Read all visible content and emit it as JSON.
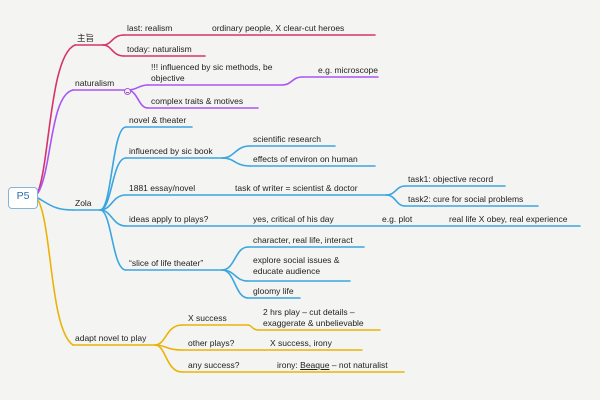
{
  "root": {
    "label": "P5"
  },
  "colors": {
    "red": "#d6336c",
    "purple": "#a855f7",
    "blue": "#3aa5e0",
    "yellow": "#eab308"
  },
  "branches": {
    "main_idea": {
      "label": "主旨",
      "last": "last: realism",
      "last_detail": "ordinary people, X clear-cut heroes",
      "today": "today: naturalism"
    },
    "naturalism": {
      "label": "naturalism",
      "influenced": "!!! influenced by sic methods, be objective",
      "example": "e.g. microscope",
      "complex": "complex traits & motives"
    },
    "zola": {
      "label": "Zola",
      "novel_theater": "novel & theater",
      "sic_book": "influenced by sic book",
      "scientific_research": "scientific research",
      "environ": "effects of environ on human",
      "essay": "1881 essay/novel",
      "task_writer": "task of writer = scientist & doctor",
      "task1": "task1: objective record",
      "task2": "task2: cure for social problems",
      "ideas_plays": "ideas apply to plays?",
      "yes_critical": "yes,  critical of his day",
      "eg_plot": "e.g. plot",
      "real_life": "real life X obey, real experience",
      "slice": "“slice of life theater”",
      "character": "character, real life, interact",
      "explore": "explore social issues & educate audience",
      "gloomy": "gloomy life"
    },
    "adapt": {
      "label": "adapt novel to play",
      "x_success": "X success",
      "two_hrs": "2 hrs play – cut details – exaggerate & unbelievable",
      "other_plays": "other plays?",
      "x_success_irony": "X success, irony",
      "any_success": "any success?",
      "irony_prefix": "irony: ",
      "beaque": "Beaque",
      "irony_suffix": " – not naturalist"
    }
  }
}
